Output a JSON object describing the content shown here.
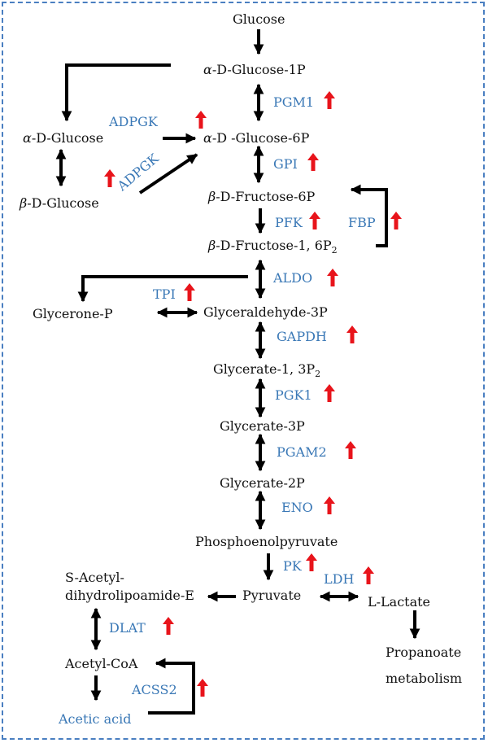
{
  "metabolites": {
    "glucose": "Glucose",
    "a_glucose_1p": "-D-Glucose-1P",
    "a_glucose_1p_prefix": "α",
    "a_glucose": "-D-Glucose",
    "a_glucose_prefix": "α",
    "b_glucose": "-D-Glucose",
    "b_glucose_prefix": "β",
    "a_glucose_6p": "-D -Glucose-6P",
    "a_glucose_6p_prefix": "α",
    "b_fructose_6p": "-D-Fructose-6P",
    "b_fructose_6p_prefix": "β",
    "b_fructose_16p2": "-D-Fructose-1, 6P",
    "b_fructose_16p2_prefix": "β",
    "b_fructose_16p2_sub": "2",
    "glycerone_p": "Glycerone-P",
    "glyceraldehyde_3p": "Glyceraldehyde-3P",
    "glycerate_13p2": "Glycerate-1, 3P",
    "glycerate_13p2_sub": "2",
    "glycerate_3p": "Glycerate-3P",
    "glycerate_2p": "Glycerate-2P",
    "pep": "Phosphoenolpyruvate",
    "s_acetyl_1": "S-Acetyl-",
    "s_acetyl_2": "dihydrolipoamide-E",
    "pyruvate": "Pyruvate",
    "l_lactate": "L-Lactate",
    "propanoate_1": "Propanoate",
    "propanoate_2": "metabolism",
    "acetyl_coa": "Acetyl-CoA",
    "acetic_acid": "Acetic acid"
  },
  "enzymes": {
    "pgm1": "PGM1",
    "adpgk_top": "ADPGK",
    "adpgk_diag": "ADPGK",
    "gpi": "GPI",
    "pfk": "PFK",
    "fbp": "FBP",
    "aldo": "ALDO",
    "tpi": "TPI",
    "gapdh": "GAPDH",
    "pgk1": "PGK1",
    "pgam2": "PGAM2",
    "eno": "ENO",
    "pk": "PK",
    "ldh": "LDH",
    "dlat": "DLAT",
    "acss2": "ACSS2"
  },
  "colors": {
    "frame": "#4a7fc1",
    "enzyme_text": "#3a78b6",
    "metabolite_text": "#111111",
    "arrow": "#000000",
    "up_regulation": "#e8141b"
  },
  "icons": {
    "regulation": "red-up-arrow-icon"
  }
}
